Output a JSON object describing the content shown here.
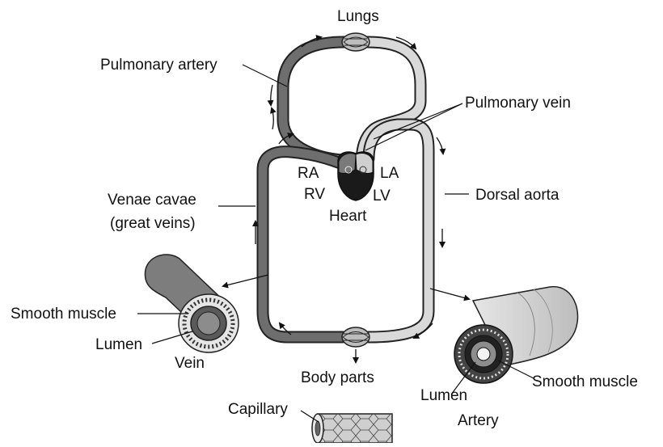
{
  "labels": {
    "lungs": "Lungs",
    "pulmonary_artery": "Pulmonary artery",
    "pulmonary_vein": "Pulmonary vein",
    "ra": "RA",
    "la": "LA",
    "rv": "RV",
    "lv": "LV",
    "heart": "Heart",
    "venae_cavae": "Venae cavae",
    "great_veins": "(great veins)",
    "dorsal_aorta": "Dorsal aorta",
    "smooth_muscle_vein": "Smooth muscle",
    "lumen_vein": "Lumen",
    "vein": "Vein",
    "body_parts": "Body parts",
    "lumen_artery": "Lumen",
    "smooth_muscle_artery": "Smooth muscle",
    "artery": "Artery",
    "capillary": "Capillary"
  },
  "colors": {
    "deoxygenated": "#6e6e6e",
    "oxygenated": "#d9d9d9",
    "outline": "#222222",
    "heart_dark": "#1a1a1a"
  }
}
